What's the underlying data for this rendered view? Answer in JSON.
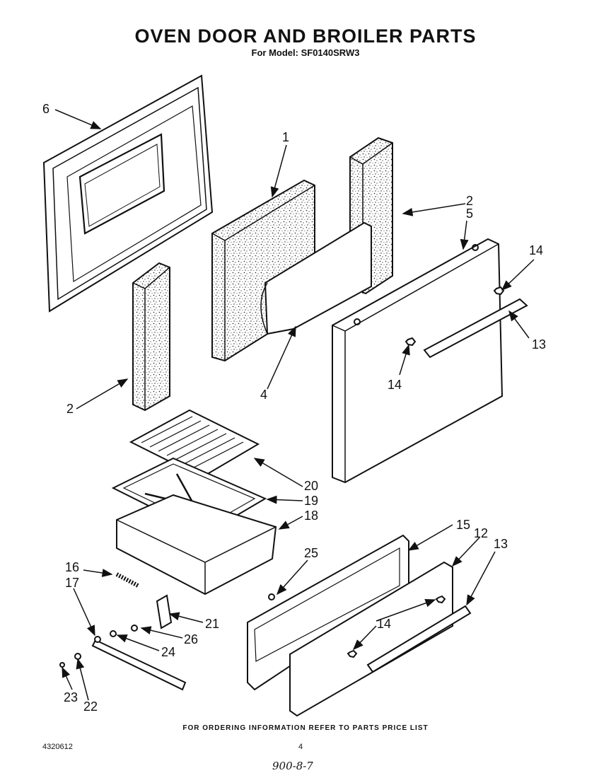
{
  "header": {
    "title": "OVEN DOOR AND BROILER PARTS",
    "subtitle": "For Model: SF0140SRW3"
  },
  "footer": {
    "ordering_note": "FOR ORDERING INFORMATION REFER TO PARTS PRICE LIST",
    "doc_number": "4320612",
    "page_number": "4",
    "handwritten_note": "900-8-7"
  },
  "callouts": {
    "c1": "1",
    "c2a": "2",
    "c2b": "2",
    "c4": "4",
    "c5": "5",
    "c6": "6",
    "c12": "12",
    "c13a": "13",
    "c13b": "13",
    "c14a": "14",
    "c14b": "14",
    "c14c": "14",
    "c15": "15",
    "c16": "16",
    "c17": "17",
    "c18": "18",
    "c19": "19",
    "c20": "20",
    "c21": "21",
    "c22": "22",
    "c23": "23",
    "c24": "24",
    "c25": "25",
    "c26": "26"
  }
}
